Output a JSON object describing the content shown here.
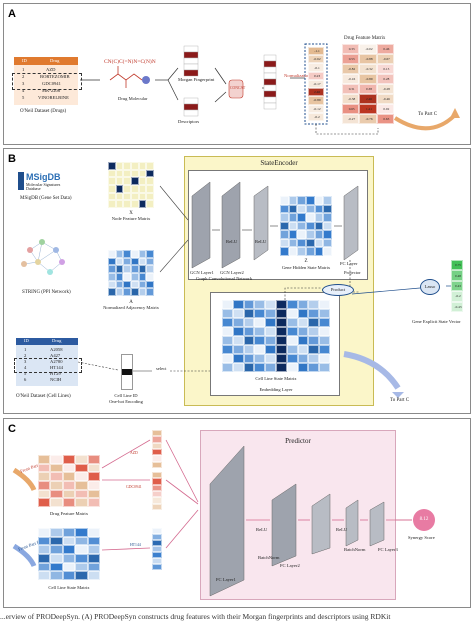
{
  "panel_a": {
    "label": "A",
    "onil_table": {
      "header": [
        "ID",
        "Drug"
      ],
      "rows": [
        "AZD",
        "BORTEZOMIB",
        "GDC0941",
        "MK-2206",
        "VINORELBINE"
      ],
      "ids": [
        "1",
        "2",
        "3",
        "4",
        "5"
      ],
      "caption": "O'Neil Dataset (Drugs)"
    },
    "smiles": "CN(C)C(=N)N=C(N)N",
    "drug_molecular": "Drug Molecular",
    "morgan": "Morgan\nFingerprint",
    "descriptors": "Descriptors",
    "concat": "CONCAT",
    "normalization": "Normalization",
    "feature_matrix_title": "Drug Feature Matrix",
    "to_part_c": "To Part C",
    "norm_vector_values": [
      "-1.1",
      "-0.62",
      "-0.1",
      "0.23",
      "-0.17",
      "2.46",
      "-0.89",
      "-0.12",
      "-0.2"
    ],
    "matrix_values": [
      [
        "0.33",
        "-0.02",
        "0.46"
      ],
      [
        "0.53",
        "-0.88",
        "-0.67"
      ],
      [
        "-0.82",
        "-0.32",
        "0.13"
      ],
      [
        "-0.16",
        "-0.89",
        "0.28"
      ],
      [
        "0.31",
        "0.38",
        "-0.28"
      ],
      [
        "-0.38",
        "2.46",
        "-0.46"
      ],
      [
        "0.65",
        "1.41",
        "0.02"
      ],
      [
        "-0.27",
        "-0.76",
        "0.63"
      ]
    ]
  },
  "panel_b": {
    "label": "B",
    "msigdb": {
      "logo": "MSigDB",
      "line1": "Molecular Signatures",
      "line2": "Database",
      "caption": "MSigDB (Gene Set Data)"
    },
    "string_caption": "STRING (PPI Network)",
    "cell_table": {
      "header": [
        "ID",
        "Drug"
      ],
      "rows": [
        "A2058",
        "A427",
        "A2780",
        "HT144",
        "HT29",
        "NCIH"
      ],
      "ids": [
        "1",
        "2",
        "3",
        "4",
        "5",
        "6"
      ],
      "caption": "O'Neil Dataset (Cell Lines)"
    },
    "x_label": "X",
    "node_matrix": "Node Feature Matrix",
    "a_label": "A",
    "adj_matrix": "Normalized Adjacency Matrix",
    "cell_line_id": "Cell Line ID",
    "onehot": "One-hot Encoding",
    "select": "select",
    "state_encoder": "StateEncoder",
    "gcn1": "GCN Layer1",
    "gcn2": "GCN Layer2",
    "relu1": "ReLU",
    "relu2": "ReLU",
    "gcn_net": "Graph Convolutional Network",
    "z_label": "Z",
    "hidden_matrix": "Gene Hidden State Matrix",
    "fc_layer": "FC Layer",
    "projector": "Projector",
    "product": "Product",
    "lasso": "Lasso",
    "gene_vector": "Gene Explicit State Vector",
    "cell_state_matrix": "Cell Line State Matrix",
    "embedding_layer": "Embedding Layer",
    "to_part_c": "To Part C",
    "gene_vector_values": [
      "0.75",
      "0.48",
      "0.43",
      "-0.2",
      "-0.43"
    ]
  },
  "panel_c": {
    "label": "C",
    "from_a": "From Part A",
    "from_b": "From Part B",
    "drug_matrix": "Drug Feature Matrix",
    "cell_matrix": "Cell Line State Matrix",
    "predictor": "Predictor",
    "fc1": "FC Layer1",
    "batchnorm1": "BatchNorm",
    "relu1": "ReLU",
    "fc2": "FC Layer2",
    "batchnorm2": "BatchNorm",
    "relu2": "ReLU",
    "fc3": "FC Layer3",
    "synergy_value": "8.12",
    "synergy_label": "Synergy Score",
    "vector_labels": [
      "AZD",
      "GDC0941",
      "HT144"
    ]
  },
  "caption": "...erview of PRODeepSyn. (A) PRODeepSyn constructs drug features with their Morgan fingerprints and descriptors using RDKit",
  "colors": {
    "red": "#c0392b",
    "blue": "#1f4e8c",
    "yellow": "#fbf6c9",
    "pink": "#f9e6ee",
    "accent": "#6b9bd2"
  }
}
